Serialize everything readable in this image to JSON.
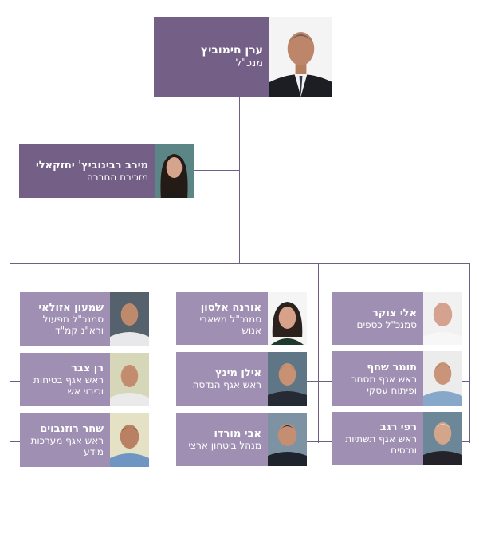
{
  "ceo": {
    "name": "ערן חימוביץ",
    "role": "מנכ\"ל"
  },
  "assistant": {
    "name": "מירב רבינוביץ' יחזקאלי",
    "role": "מזכירת החברה"
  },
  "columns": [
    [
      {
        "name": "אלי צוקר",
        "role": "סמנכ\"ל כספים"
      },
      {
        "name": "תומר שחף",
        "role": "ראש אגף מסחר ופיתוח עסקי"
      },
      {
        "name": "רפי רגב",
        "role": "ראש אגף תשתיות ונכסים"
      }
    ],
    [
      {
        "name": "אורנה אלסון",
        "role": "סמנכ\"ל משאבי אנוש"
      },
      {
        "name": "אילן מינץ",
        "role": "ראש אגף הנדסה"
      },
      {
        "name": "אבי מורדו",
        "role": "מנהל ביטחון ארצי"
      }
    ],
    [
      {
        "name": "שמעון אזולאי",
        "role": "סמנכ\"ל תפעול ורא\"נ קמ\"ד"
      },
      {
        "name": "רן צבר",
        "role": "ראש אגף בטיחות וכיבוי אש"
      },
      {
        "name": "שחר רוזנבוים",
        "role": "ראש אגף מערכות מידע"
      }
    ]
  ],
  "colors": {
    "dark": "#745f86",
    "light": "#9f90b3",
    "line": "#6f5f84"
  }
}
